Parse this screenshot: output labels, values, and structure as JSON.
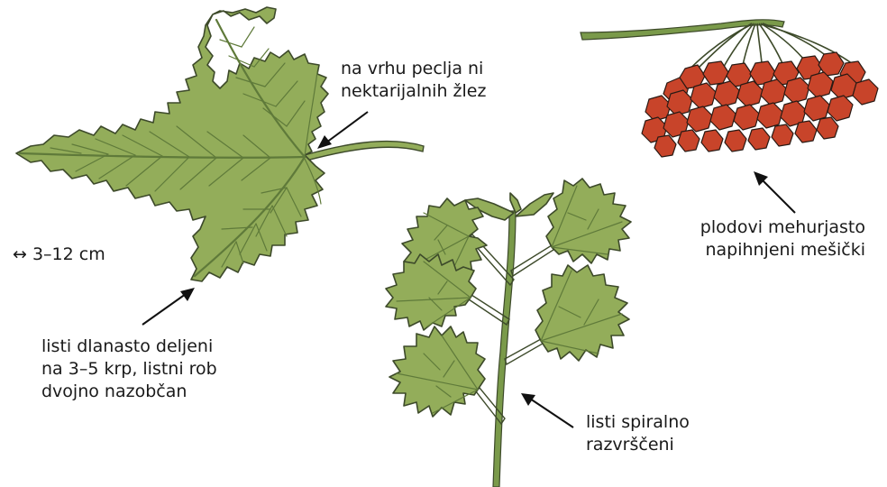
{
  "labels": {
    "petiole_note": [
      "na vrhu peclja ni",
      "nektarijalnih žlez"
    ],
    "size": "↔ 3–12 cm",
    "leaf_note": [
      "listi dlanasto deljeni",
      "na 3–5 krp, listni rob",
      "dvojno nazobčan"
    ],
    "fruit_note": [
      "plodovi mehurjasto",
      "napihnjeni mešički"
    ],
    "arrangement_note": [
      "listi spiralno",
      "razvrščeni"
    ]
  },
  "colors": {
    "leaf_fill": "#93ad5a",
    "leaf_outline": "#3d4a2a",
    "fruit_fill": "#c8442a",
    "stem": "#7a9a4a"
  }
}
